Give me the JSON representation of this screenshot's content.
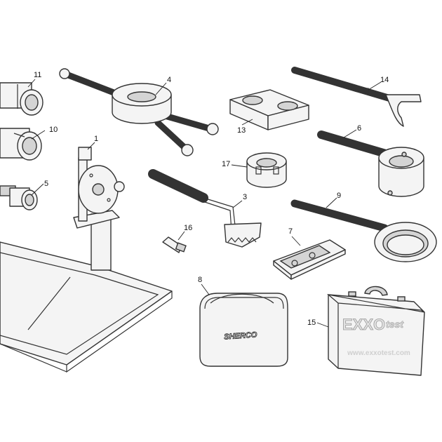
{
  "callouts": [
    "1",
    "3",
    "4",
    "5",
    "6",
    "7",
    "8",
    "9",
    "10",
    "11",
    "13",
    "14",
    "15",
    "16",
    "17"
  ],
  "bag": {
    "brand": "SHERCO"
  },
  "case": {
    "brand": "EXXOtest",
    "brand_mark": "EXXO",
    "brand_suffix": "test",
    "website": "www.exxotest.com"
  }
}
